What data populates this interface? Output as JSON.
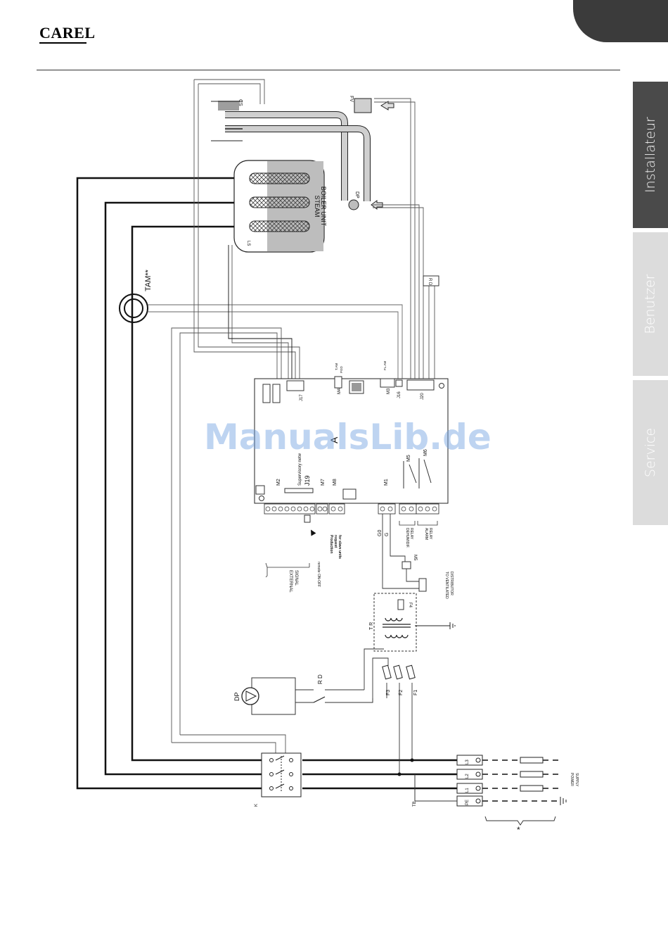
{
  "header": {
    "logo_text": "CAREL"
  },
  "side_tabs": [
    {
      "label": "Installateur",
      "active": true
    },
    {
      "label": "Benutzer",
      "active": false
    },
    {
      "label": "Service",
      "active": false
    }
  ],
  "watermark": "ManualsLib.de",
  "diagram": {
    "cs": "CS",
    "fv": "FV",
    "dp_top": "DP",
    "ls": "LS",
    "boiler_line1": "STEAM",
    "boiler_line2": "BOILER UNIT",
    "tam": "TAM**",
    "rd_top": "R D",
    "board": "A",
    "j17": "J17",
    "m4": "M4",
    "pgd": "PGD",
    "tam_small": "T.AM",
    "m3": "M3",
    "j16": "J16",
    "fl_am": "FL.AM",
    "j20": "J20",
    "supervisory": "Supervisory netw",
    "j19": "J19",
    "m2": "M2",
    "m7": "M7",
    "m8": "M8",
    "m1": "M1",
    "m5": "M5",
    "m6": "M6",
    "ext_signal_1": "EXTERNAL",
    "ext_signal_2": "SIGNAL",
    "remote_onoff": "remote ON-OFF",
    "production_1": "Production",
    "production_2": "request",
    "production_3": "for slave units",
    "dehum_1": "DEHUMIDIF.",
    "dehum_2": "RELAY",
    "alarm_1": "ALARM",
    "alarm_2": "RELAY",
    "g0": "G0",
    "g": "G",
    "m5b": "M5",
    "ventilated_1": "TO VENTILATED",
    "ventilated_2": "DISTRIBUTOR",
    "f4": "F4",
    "tr": "T R",
    "dp_bottom": "DP",
    "rd_bottom": "R D",
    "f3": "F3",
    "f2": "F2",
    "f1": "F1",
    "k": "K",
    "tb": "TB",
    "l3": "L3",
    "l2": "L2",
    "l1": "L1",
    "pe": "PE",
    "power_1": "POWER",
    "power_2": "SUPPLY",
    "asterisk": "*"
  }
}
